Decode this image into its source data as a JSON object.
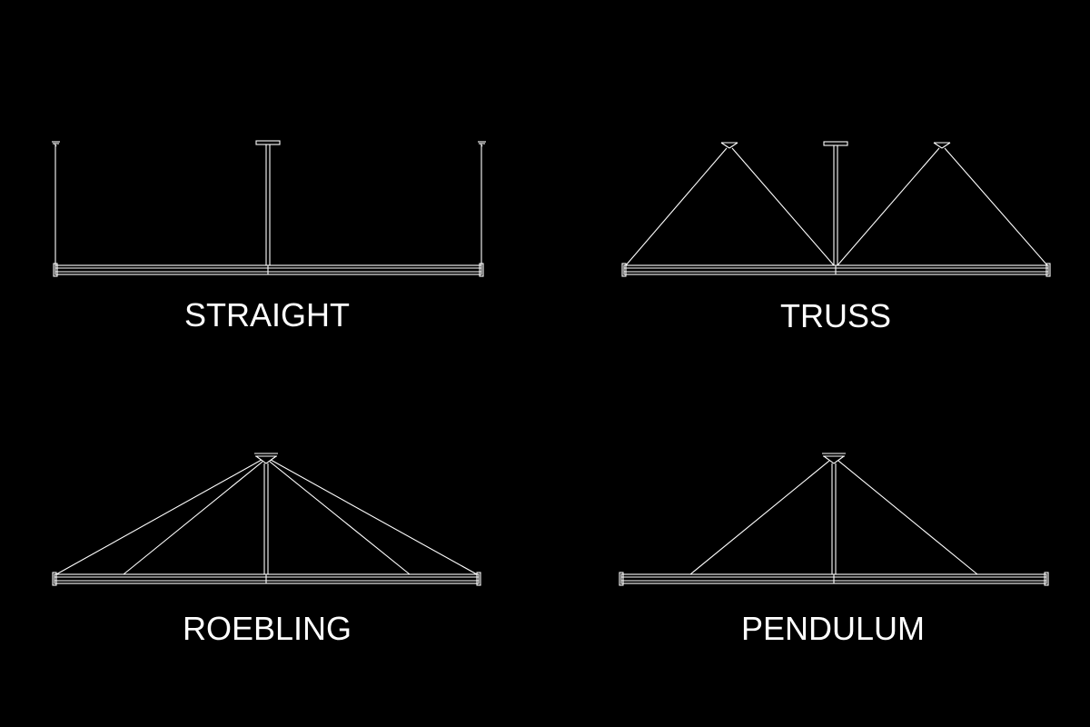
{
  "background_color": "#000000",
  "line_color": "#ffffff",
  "panels": [
    {
      "id": "straight",
      "label": "STRAIGHT",
      "suspension": "straight"
    },
    {
      "id": "truss",
      "label": "TRUSS",
      "suspension": "truss"
    },
    {
      "id": "roebling",
      "label": "ROEBLING",
      "suspension": "roebling"
    },
    {
      "id": "pendulum",
      "label": "PENDULUM",
      "suspension": "pendulum"
    }
  ]
}
